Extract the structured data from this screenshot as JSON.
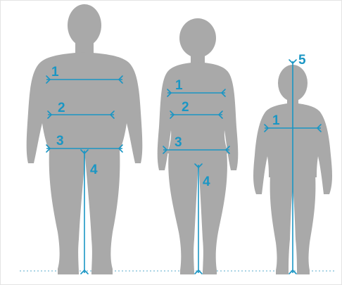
{
  "colors": {
    "silhouette": "#a9a9a9",
    "measure": "#1a96c4",
    "floor": "#8fc7de",
    "background": "#ffffff"
  },
  "figures": [
    {
      "id": "man",
      "labels": {
        "chest": "1",
        "waist": "2",
        "hips": "3",
        "inseam": "4"
      }
    },
    {
      "id": "woman",
      "labels": {
        "bust": "1",
        "waist": "2",
        "hips": "3",
        "inseam": "4"
      }
    },
    {
      "id": "child",
      "labels": {
        "chest": "1",
        "height": "5"
      }
    }
  ]
}
